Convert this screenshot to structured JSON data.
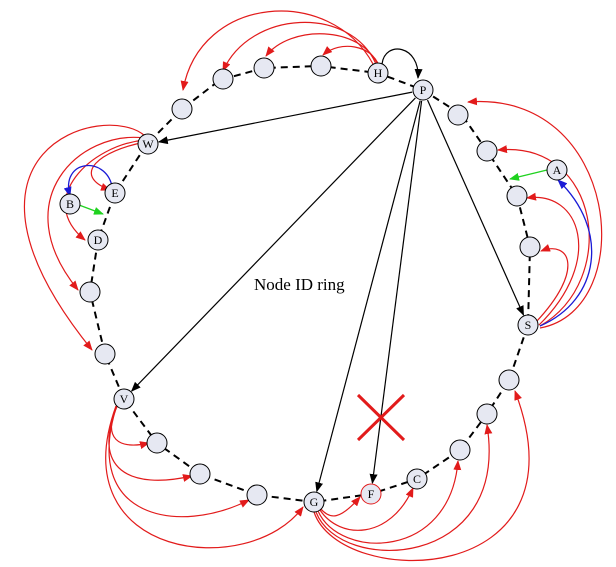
{
  "diagram": {
    "title": "Node ID ring",
    "colors": {
      "ring": "#000000",
      "node_fill": "#e6e8f2",
      "node_stroke": "#000000",
      "failed_node_stroke": "#e21b1b",
      "fail_mark": "#e21b1b",
      "finger": "#e21b1b",
      "lookup": "#000000",
      "blue_link": "#1a1ad6",
      "green_link": "#1fd21f"
    },
    "labeled_nodes": [
      {
        "id": "H",
        "label": "H"
      },
      {
        "id": "P",
        "label": "P"
      },
      {
        "id": "W",
        "label": "W"
      },
      {
        "id": "E",
        "label": "E"
      },
      {
        "id": "B",
        "label": "B"
      },
      {
        "id": "D",
        "label": "D"
      },
      {
        "id": "A",
        "label": "A"
      },
      {
        "id": "S",
        "label": "S"
      },
      {
        "id": "V",
        "label": "V"
      },
      {
        "id": "G",
        "label": "G"
      },
      {
        "id": "F",
        "label": "F",
        "failed": true
      },
      {
        "id": "C",
        "label": "C"
      }
    ],
    "lookup_edges": [
      {
        "from": "P",
        "to": "W"
      },
      {
        "from": "P",
        "to": "V"
      },
      {
        "from": "P",
        "to": "G"
      },
      {
        "from": "P",
        "to": "F"
      },
      {
        "from": "P",
        "to": "S"
      }
    ]
  }
}
